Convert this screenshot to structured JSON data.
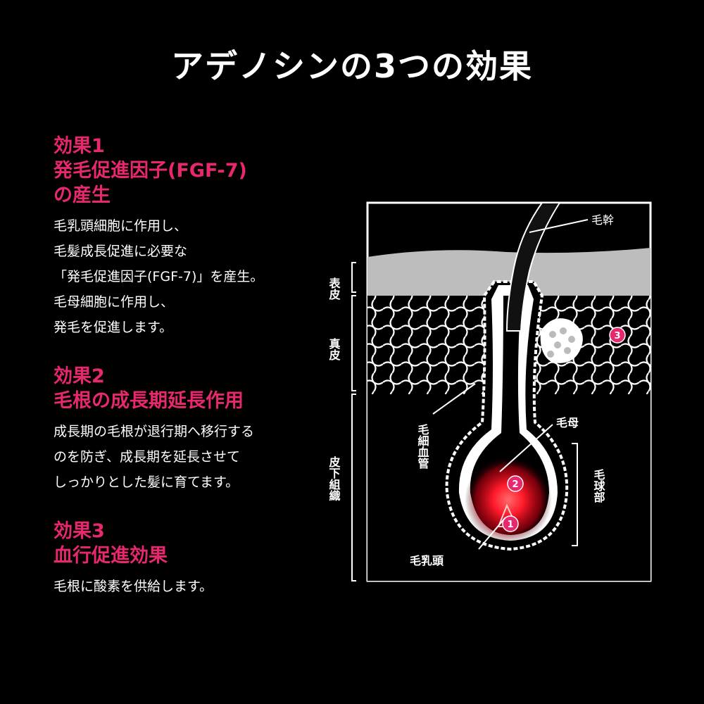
{
  "header": {
    "title": "アデノシンの3つの効果"
  },
  "effects": [
    {
      "heading_lines": [
        "効果1",
        "発毛促進因子(FGF-7)",
        "の産生"
      ],
      "body_lines": [
        "毛乳頭細胞に作用し、",
        "毛髪成長促進に必要な",
        "「発毛促進因子(FGF-7)」を産生。",
        "毛母細胞に作用し、",
        "発毛を促進します。"
      ]
    },
    {
      "heading_lines": [
        "効果2",
        "毛根の成長期延長作用"
      ],
      "body_lines": [
        "成長期の毛根が退行期へ移行する",
        "のを防ぎ、成長期を延長させて",
        "しっかりとした髪に育てます。"
      ]
    },
    {
      "heading_lines": [
        "効果3",
        "血行促進効果"
      ],
      "body_lines": [
        "毛根に酸素を供給します。"
      ]
    }
  ],
  "diagram": {
    "labels": {
      "hair_shaft": "毛幹",
      "epidermis": "表皮",
      "dermis": "真皮",
      "subcutaneous": "皮下組織",
      "capillary": "毛細血管",
      "hair_matrix": "毛母",
      "hair_bulb": "毛球部",
      "dermal_papilla": "毛乳頭"
    },
    "markers": [
      "1",
      "2",
      "3"
    ]
  },
  "colors": {
    "accent": "#e8286e",
    "background": "#000000",
    "glow": "#ff1a2a"
  }
}
